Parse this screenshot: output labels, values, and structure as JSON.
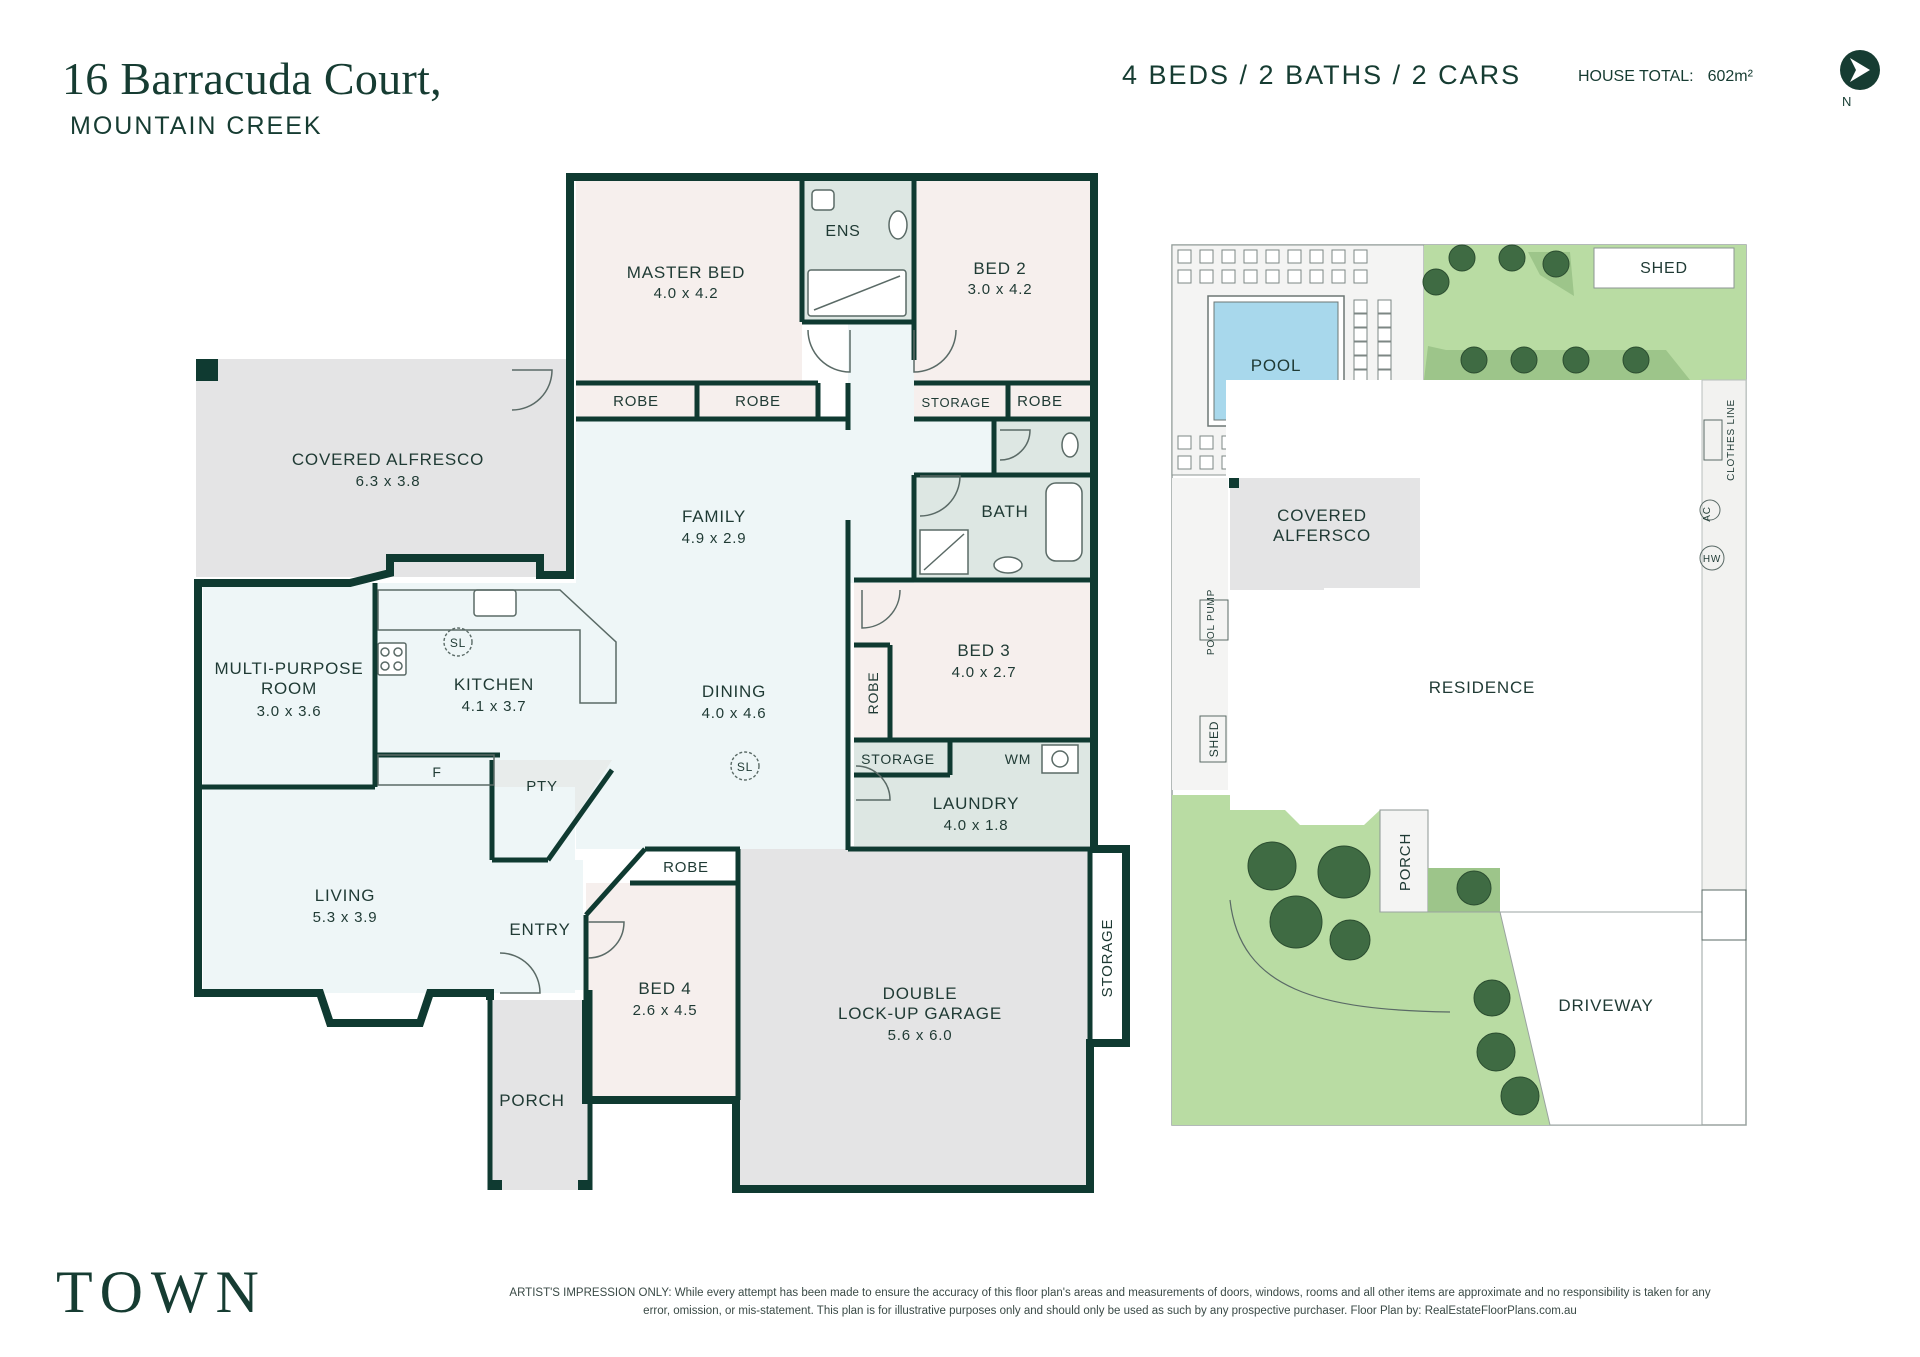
{
  "header": {
    "address": "16 Barracuda Court,",
    "suburb": "MOUNTAIN CREEK",
    "specs": "4 BEDS /  2 BATHS  /  2 CARS",
    "house_total_label": "HOUSE TOTAL:",
    "house_total_value": "602m²",
    "north_label": "N"
  },
  "rooms": {
    "master_bed": {
      "name": "MASTER BED",
      "size": "4.0 x 4.2"
    },
    "ens": "ENS",
    "bed2": {
      "name": "BED 2",
      "size": "3.0 x 4.2"
    },
    "robe": "ROBE",
    "storage": "STORAGE",
    "covered_alfresco": {
      "name": "COVERED ALFRESCO",
      "size": "6.3 x 3.8"
    },
    "family": {
      "name": "FAMILY",
      "size": "4.9 x 2.9"
    },
    "bath": "BATH",
    "bed3": {
      "name": "BED 3",
      "size": "4.0 x 2.7"
    },
    "multi_purpose": {
      "name1": "MULTI-PURPOSE",
      "name2": "ROOM",
      "size": "3.0 x 3.6"
    },
    "kitchen": {
      "name": "KITCHEN",
      "size": "4.1 x 3.7"
    },
    "sl": "SL",
    "dining": {
      "name": "DINING",
      "size": "4.0 x 4.6"
    },
    "wm": "WM",
    "laundry": {
      "name": "LAUNDRY",
      "size": "4.0 x 1.8"
    },
    "f": "F",
    "pty": "PTY",
    "living": {
      "name": "LIVING",
      "size": "5.3 x 3.9"
    },
    "entry": "ENTRY",
    "bed4": {
      "name": "BED 4",
      "size": "2.6 x 4.5"
    },
    "garage": {
      "name1": "DOUBLE",
      "name2": "LOCK-UP GARAGE",
      "size": "5.6 x 6.0"
    },
    "porch": "PORCH"
  },
  "site": {
    "shed": "SHED",
    "pool": "POOL",
    "clothes_line": "CLOTHES LINE",
    "covered": "COVERED",
    "alfersco": "ALFERSCO",
    "ac": "AC",
    "hw": "HW",
    "pool_pump": "POOL PUMP",
    "residence": "RESIDENCE",
    "shed_small": "SHED",
    "porch": "PORCH",
    "driveway": "DRIVEWAY"
  },
  "footer": {
    "brand": "TOWN",
    "disclaimer": "ARTIST'S IMPRESSION ONLY: While every attempt has been made to ensure the accuracy of this floor plan's areas and measurements of doors, windows, rooms and all other items are approximate and no responsibility is taken for any error, omission, or mis-statement. This plan is for illustrative purposes only and should only be used as such by any prospective purchaser. Floor Plan by: RealEstateFloorPlans.com.au"
  },
  "colors": {
    "wall": "#0f3a31",
    "bedroom": "#f6efed",
    "wet": "#dde7e3",
    "living": "#eef6f7",
    "grey": "#e4e4e5",
    "lawn": "#b9dca3",
    "pool": "#a8d8ec",
    "tree": "#3f6b43"
  }
}
